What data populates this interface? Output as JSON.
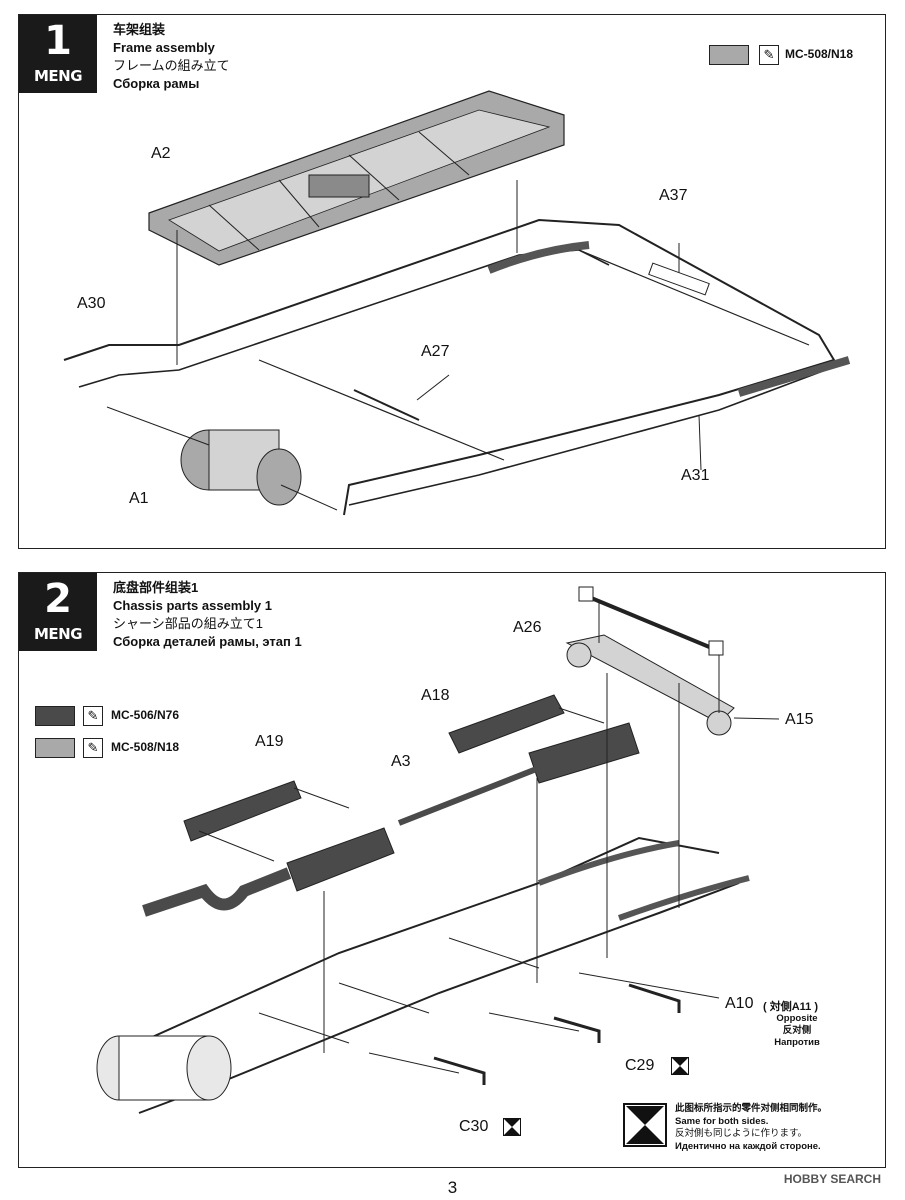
{
  "step1": {
    "number": "1",
    "brand": "MENG",
    "title_cn": "车架组装",
    "title_en": "Frame assembly",
    "title_jp": "フレームの組み立て",
    "title_ru": "Сборка рамы",
    "paint": {
      "code": "MC-508/N18",
      "color": "#a9a9a9"
    },
    "parts": {
      "a2": "A2",
      "a30": "A30",
      "a37": "A37",
      "a27": "A27",
      "a1": "A1",
      "a31": "A31"
    }
  },
  "step2": {
    "number": "2",
    "brand": "MENG",
    "title_cn": "底盘部件组装1",
    "title_en": "Chassis parts assembly 1",
    "title_jp": "シャーシ部品の組み立て1",
    "title_ru": "Сборка деталей рамы, этап 1",
    "paints": [
      {
        "code": "MC-506/N76",
        "color": "#4a4a4a"
      },
      {
        "code": "MC-508/N18",
        "color": "#a9a9a9"
      }
    ],
    "parts": {
      "a26": "A26",
      "a18": "A18",
      "a15": "A15",
      "a19": "A19",
      "a3": "A3",
      "a10": "A10",
      "a10_note": "( 対側A11 )",
      "c29": "C29",
      "c30": "C30"
    },
    "opposite": {
      "en": "Opposite",
      "cn": "反对侧",
      "ru": "Напротив"
    },
    "legend": {
      "cn": "此图标所指示的零件对侧相同制作。",
      "en": "Same for both sides.",
      "jp": "反対側も同じように作ります。",
      "ru": "Идентично на каждой стороне."
    }
  },
  "page_number": "3",
  "watermark": "HOBBY SEARCH"
}
